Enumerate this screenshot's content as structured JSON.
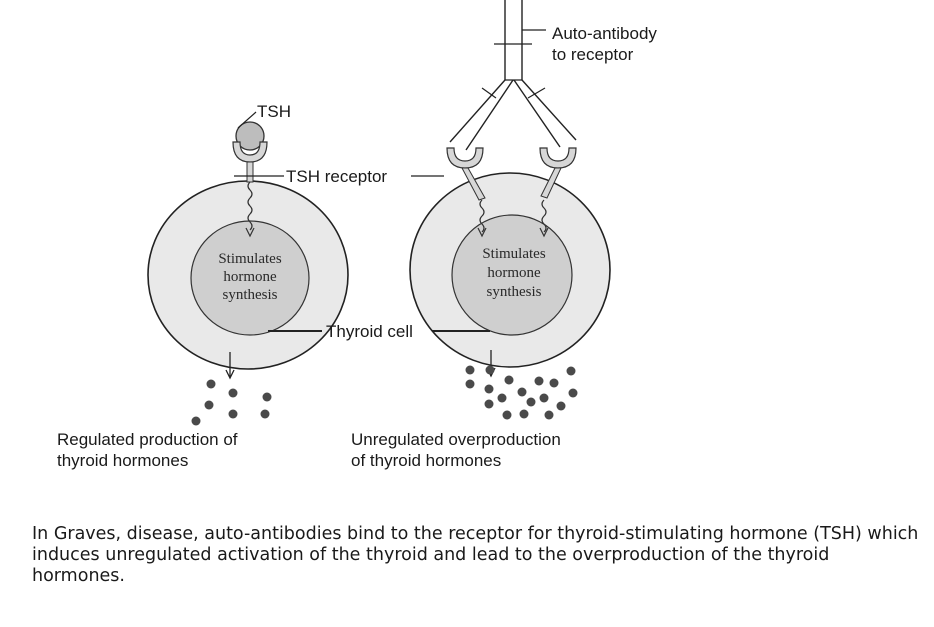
{
  "labels": {
    "tsh": "TSH",
    "tsh_receptor": "TSH receptor",
    "auto_antibody_line1": "Auto-antibody",
    "auto_antibody_line2": "to receptor",
    "thyroid_cell": "Thyroid cell",
    "left_inner_line1": "Stimulates",
    "left_inner_line2": "hormone",
    "left_inner_line3": "synthesis",
    "right_inner_line1": "Stimulates",
    "right_inner_line2": "hormone",
    "right_inner_line3": "synthesis",
    "left_bottom_line1": "Regulated production of",
    "left_bottom_line2": "thyroid hormones",
    "right_bottom_line1": "Unregulated overproduction",
    "right_bottom_line2": "of thyroid hormones"
  },
  "caption": "In Graves, disease, auto-antibodies bind to the receptor for thyroid-stimulating hormone (TSH) which induces unregulated activation of the thyroid and lead to the overproduction of the thyroid hormones.",
  "colors": {
    "cell_outer": "#e9e9e9",
    "cell_inner": "#cfcfcf",
    "tsh_ball": "#bdbdbd",
    "receptor": "#d7d7d7",
    "hormone_dot": "#4a4a4a",
    "stroke": "#222222"
  }
}
